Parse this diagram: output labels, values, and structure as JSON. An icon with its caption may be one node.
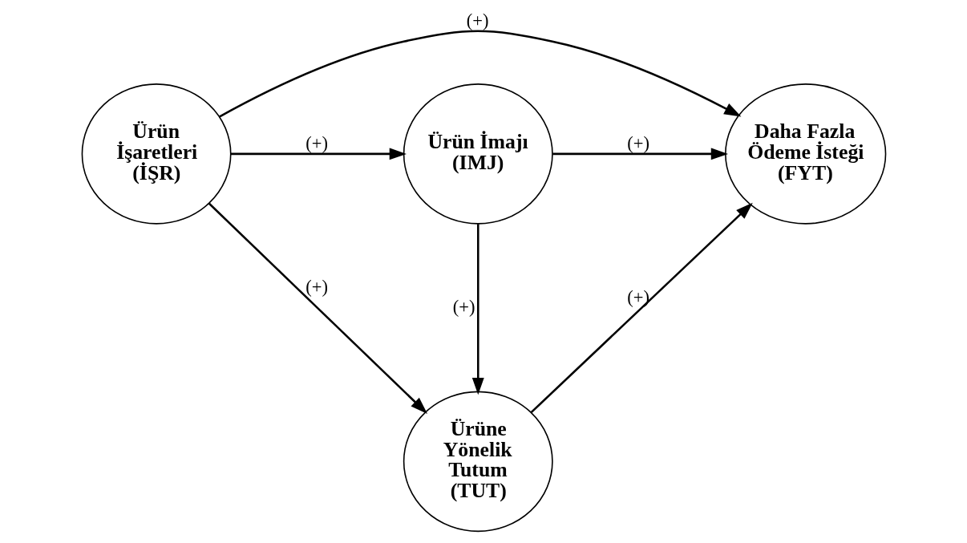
{
  "diagram": {
    "nodes": [
      {
        "text": [
          "Ürüne Yönelik Tutum",
          "(TUT)"
        ]
      },
      {
        "text": [
          "Ürün İşaretleri",
          "(İŞR)"
        ]
      },
      {
        "text": [
          "Daha Fazla Ödeme İsteği",
          "(FYT)"
        ]
      },
      {
        "text": [
          "Ürün İmajı",
          "(IMJ)"
        ]
      }
    ],
    "edges": [
      {
        "from": 1,
        "to": 0,
        "arrow": "to",
        "label": "(+)"
      },
      {
        "from": 0,
        "to": 2,
        "arrow": "to",
        "label": "(+)"
      },
      {
        "from": 3,
        "to": 0,
        "arrow": "to",
        "label": "(+)"
      },
      {
        "from": 1,
        "to": 2,
        "arrow": "to",
        "label": "(+)"
      },
      {
        "from": 1,
        "to": 3,
        "arrow": "to",
        "label": "(+)"
      },
      {
        "from": 3,
        "to": 2,
        "arrow": "to",
        "label": "(+)"
      }
    ]
  }
}
